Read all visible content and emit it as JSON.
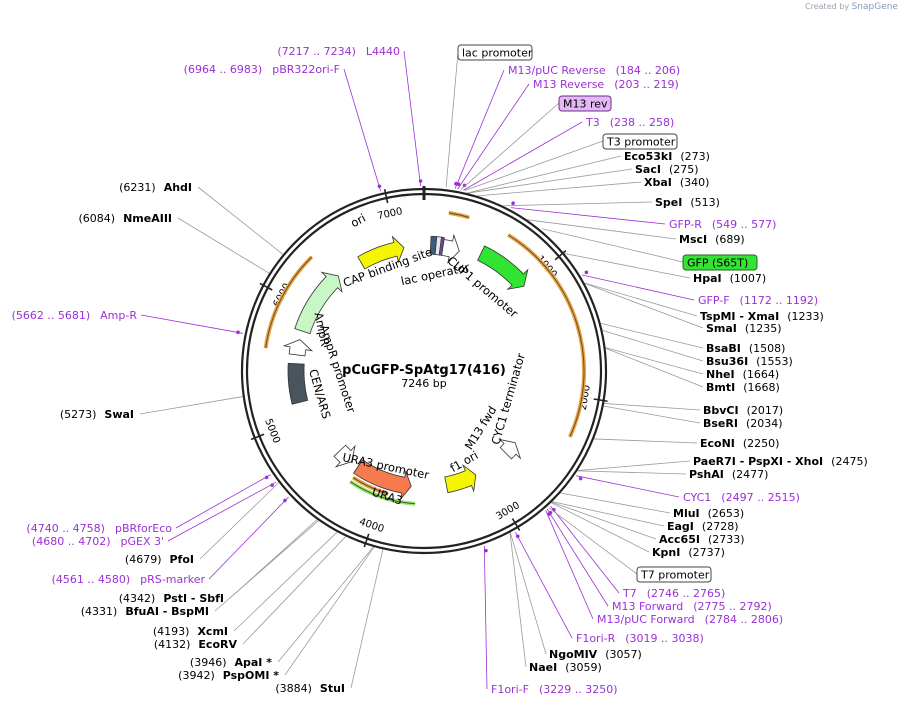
{
  "credit": {
    "prefix": "Created by",
    "brand": "SnapGene"
  },
  "plasmid": {
    "name": "pCuGFP-SpAtg17(416)",
    "size": "7246 bp"
  },
  "ticks": [
    "1000",
    "2000",
    "3000",
    "4000",
    "5000",
    "6000",
    "7000"
  ],
  "colors": {
    "primer": "#9b30d6",
    "ring": "#222222",
    "orange": "#e7a64a",
    "lac": "#3d5a80"
  },
  "features": {
    "ori": "ori",
    "cup1": "CUP1 promoter",
    "ampr": "AmpR",
    "ampr_promoter": "AmpR promoter",
    "cen_ars": "CEN/ARS",
    "ura3_promoter": "URA3 promoter",
    "ura3": "URA3",
    "f1_ori": "f1 ori",
    "cyc1_term": "CYC1 terminator",
    "m13_fwd": "M13 fwd",
    "cap_site": "CAP binding site",
    "lac_operator": "lac operator"
  },
  "callouts": {
    "lac_promoter": "lac promoter",
    "m13_rev": "M13 rev",
    "t3_promoter": "T3 promoter",
    "gfp_s65t": "GFP (S65T)",
    "t7_promoter": "T7 promoter"
  },
  "sites_right": [
    {
      "name": "Eco53kI",
      "pos": "(273)"
    },
    {
      "name": "SacI",
      "pos": "(275)"
    },
    {
      "name": "XbaI",
      "pos": "(340)"
    },
    {
      "name": "SpeI",
      "pos": "(513)"
    },
    {
      "name": "MscI",
      "pos": "(689)"
    },
    {
      "name": "HpaI",
      "pos": "(1007)"
    },
    {
      "name": "TspMI - XmaI",
      "pos": "(1233)"
    },
    {
      "name": "SmaI",
      "pos": "(1235)"
    },
    {
      "name": "BsaBI",
      "pos": "(1508)"
    },
    {
      "name": "Bsu36I",
      "pos": "(1553)"
    },
    {
      "name": "NheI",
      "pos": "(1664)"
    },
    {
      "name": "BmtI",
      "pos": "(1668)"
    },
    {
      "name": "BbvCI",
      "pos": "(2017)"
    },
    {
      "name": "BseRI",
      "pos": "(2034)"
    },
    {
      "name": "EcoNI",
      "pos": "(2250)"
    },
    {
      "name": "PaeR7I - PspXI - XhoI",
      "pos": "(2475)"
    },
    {
      "name": "PshAI",
      "pos": "(2477)"
    },
    {
      "name": "MluI",
      "pos": "(2653)"
    },
    {
      "name": "EagI",
      "pos": "(2728)"
    },
    {
      "name": "Acc65I",
      "pos": "(2733)"
    },
    {
      "name": "KpnI",
      "pos": "(2737)"
    },
    {
      "name": "NgoMIV",
      "pos": "(3057)"
    },
    {
      "name": "NaeI",
      "pos": "(3059)"
    }
  ],
  "sites_left": [
    {
      "pos": "(6231)",
      "name": "AhdI"
    },
    {
      "pos": "(6084)",
      "name": "NmeAIII"
    },
    {
      "pos": "(5273)",
      "name": "SwaI"
    },
    {
      "pos": "(4679)",
      "name": "PfoI"
    },
    {
      "pos": "(4342)",
      "name": "PstI - SbfI"
    },
    {
      "pos": "(4331)",
      "name": "BfuAI - BspMI"
    },
    {
      "pos": "(4193)",
      "name": "XcmI"
    },
    {
      "pos": "(4132)",
      "name": "EcoRV"
    },
    {
      "pos": "(3946)",
      "name": "ApaI *"
    },
    {
      "pos": "(3942)",
      "name": "PspOMI *"
    },
    {
      "pos": "(3884)",
      "name": "StuI"
    }
  ],
  "primers": [
    {
      "name": "L4440",
      "range": "(7217 .. 7234)"
    },
    {
      "name": "pBR322ori-F",
      "range": "(6964 .. 6983)"
    },
    {
      "name": "M13/pUC Reverse",
      "range": "(184 .. 206)"
    },
    {
      "name": "M13 Reverse",
      "range": "(203 .. 219)"
    },
    {
      "name": "T3",
      "range": "(238 .. 258)"
    },
    {
      "name": "GFP-R",
      "range": "(549 .. 577)"
    },
    {
      "name": "GFP-F",
      "range": "(1172 .. 1192)"
    },
    {
      "name": "CYC1",
      "range": "(2497 .. 2515)"
    },
    {
      "name": "T7",
      "range": "(2746 .. 2765)"
    },
    {
      "name": "M13 Forward",
      "range": "(2775 .. 2792)"
    },
    {
      "name": "M13/pUC Forward",
      "range": "(2784 .. 2806)"
    },
    {
      "name": "F1ori-R",
      "range": "(3019 .. 3038)"
    },
    {
      "name": "F1ori-F",
      "range": "(3229 .. 3250)"
    },
    {
      "name": "Amp-R",
      "range": "(5662 .. 5681)"
    },
    {
      "name": "pBRforEco",
      "range": "(4740 .. 4758)"
    },
    {
      "name": "pGEX 3'",
      "range": "(4680 .. 4702)"
    },
    {
      "name": "pRS-marker",
      "range": "(4561 .. 4580)"
    }
  ]
}
